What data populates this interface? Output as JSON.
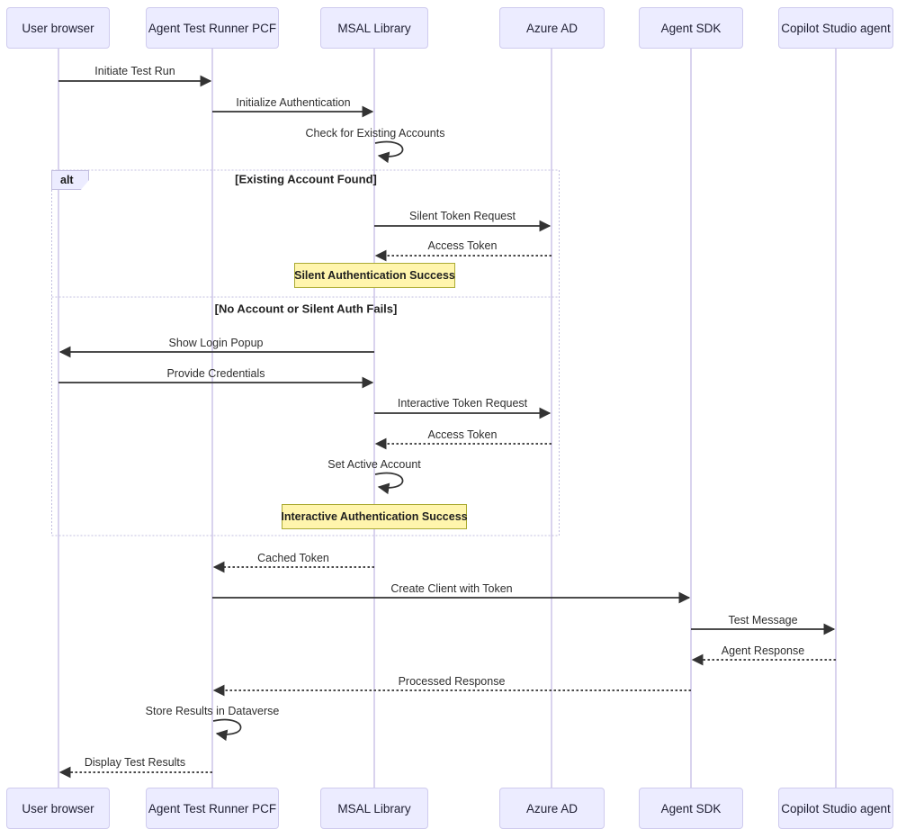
{
  "participants": [
    {
      "label": "User browser"
    },
    {
      "label": "Agent Test Runner PCF"
    },
    {
      "label": "MSAL Library"
    },
    {
      "label": "Azure AD"
    },
    {
      "label": "Agent SDK"
    },
    {
      "label": "Copilot Studio agent"
    }
  ],
  "alt_block": {
    "label": "alt",
    "condition1": "[Existing Account Found]",
    "condition2": "[No Account or Silent Auth Fails]"
  },
  "messages": [
    {
      "label": "Initiate Test Run",
      "from": "User browser",
      "to": "Agent Test Runner PCF",
      "style": "solid"
    },
    {
      "label": "Initialize Authentication",
      "from": "Agent Test Runner PCF",
      "to": "MSAL Library",
      "style": "solid"
    },
    {
      "label": "Check for Existing Accounts",
      "from": "MSAL Library",
      "to": "MSAL Library",
      "style": "self"
    },
    {
      "label": "Silent Token Request",
      "from": "MSAL Library",
      "to": "Azure AD",
      "style": "solid"
    },
    {
      "label": "Access Token",
      "from": "Azure AD",
      "to": "MSAL Library",
      "style": "dashed"
    },
    {
      "label": "Show Login Popup",
      "from": "MSAL Library",
      "to": "User browser",
      "style": "solid"
    },
    {
      "label": "Provide Credentials",
      "from": "User browser",
      "to": "MSAL Library",
      "style": "solid"
    },
    {
      "label": "Interactive Token Request",
      "from": "MSAL Library",
      "to": "Azure AD",
      "style": "solid"
    },
    {
      "label": "Access Token",
      "from": "Azure AD",
      "to": "MSAL Library",
      "style": "dashed"
    },
    {
      "label": "Set Active Account",
      "from": "MSAL Library",
      "to": "MSAL Library",
      "style": "self"
    },
    {
      "label": "Cached Token",
      "from": "MSAL Library",
      "to": "Agent Test Runner PCF",
      "style": "dashed"
    },
    {
      "label": "Create Client with Token",
      "from": "Agent Test Runner PCF",
      "to": "Agent SDK",
      "style": "solid"
    },
    {
      "label": "Test Message",
      "from": "Agent SDK",
      "to": "Copilot Studio agent",
      "style": "solid"
    },
    {
      "label": "Agent Response",
      "from": "Copilot Studio agent",
      "to": "Agent SDK",
      "style": "dashed"
    },
    {
      "label": "Processed Response",
      "from": "Agent SDK",
      "to": "Agent Test Runner PCF",
      "style": "dashed"
    },
    {
      "label": "Store Results in Dataverse",
      "from": "Agent Test Runner PCF",
      "to": "Agent Test Runner PCF",
      "style": "self"
    },
    {
      "label": "Display Test Results",
      "from": "Agent Test Runner PCF",
      "to": "User browser",
      "style": "dashed"
    }
  ],
  "notes": [
    {
      "label": "Silent Authentication Success"
    },
    {
      "label": "Interactive Authentication Success"
    }
  ],
  "colors": {
    "participant_fill": "#ECECFF",
    "participant_border": "#CFCBEE",
    "lifeline": "#D9D3EE",
    "arrow": "#333333",
    "note_fill": "#FFF5AD",
    "note_border": "#AAAA33",
    "alt_border": "#C3BFE0"
  }
}
